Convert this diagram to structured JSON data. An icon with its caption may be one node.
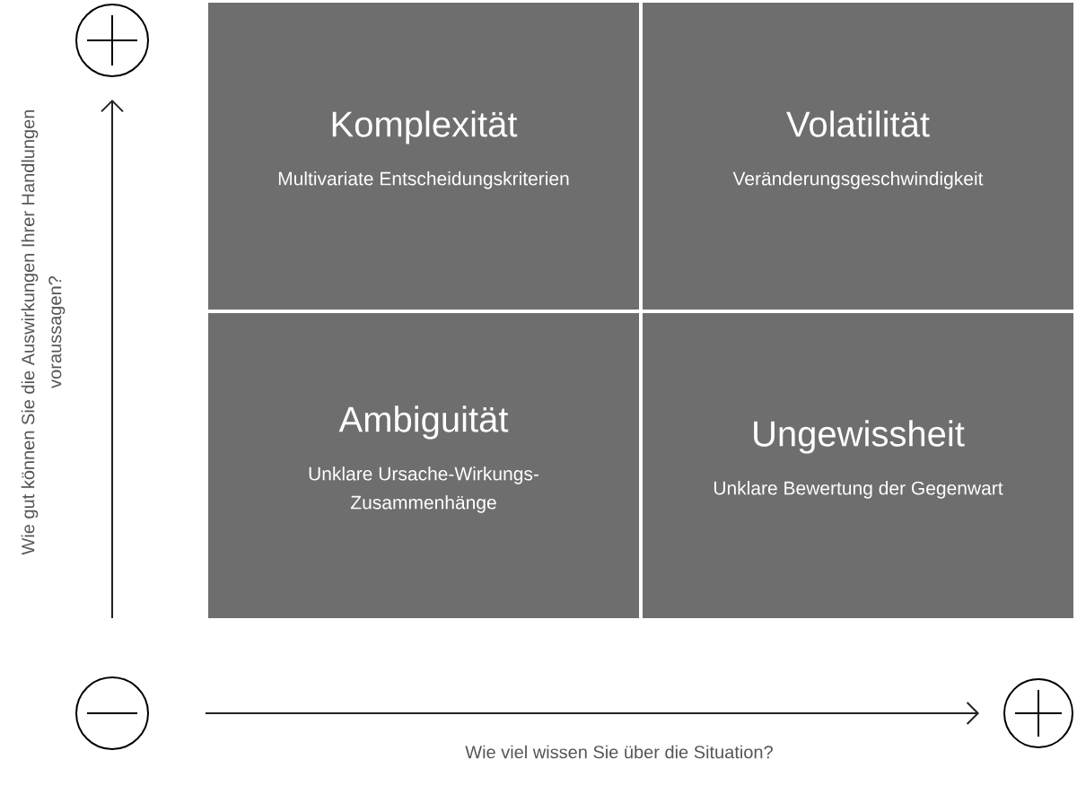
{
  "diagram": {
    "nodes": [
      {
        "text": [
          "Komplexität",
          "Multivariate Entscheidungskriterien"
        ]
      },
      {
        "text": [
          "Volatilität",
          "Veränderungsgeschwindigkeit"
        ]
      },
      {
        "text": [
          "Ambiguität",
          "Unklare Ursache-Wirkungs- Zusammenhänge"
        ]
      },
      {
        "text": [
          "Ungewissheit",
          "Unklare Bewertung der Gegenwart"
        ]
      },
      {
        "text": [],
        "shape": "circle"
      },
      {
        "text": [],
        "shape": "circle"
      },
      {
        "text": [],
        "shape": "circle"
      }
    ],
    "edges": [
      {
        "from": 5,
        "to": 4,
        "arrow": "to"
      },
      {
        "from": 5,
        "to": 6,
        "arrow": "to"
      }
    ],
    "labels": [
      "Wie gut können Sie die Auswirkungen Ihrer Handlungen voraussagen?",
      "Wie viel wissen Sie über die Situation?"
    ]
  }
}
